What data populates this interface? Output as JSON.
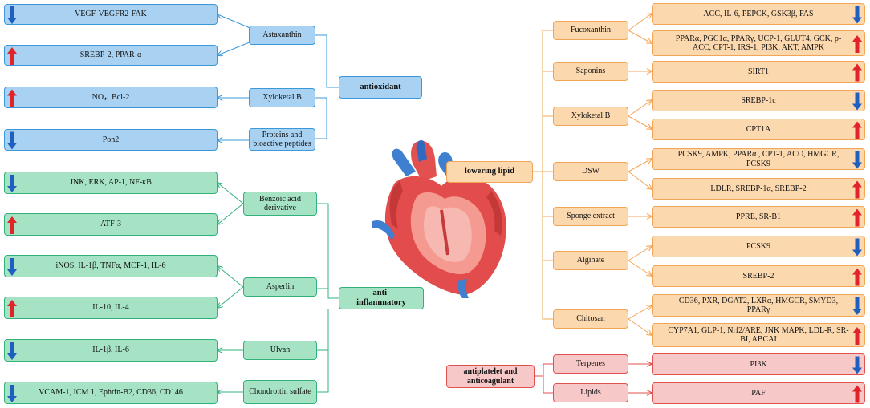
{
  "antioxidant": {
    "label": "antioxidant",
    "sources": [
      "Astaxanthin",
      "Xyloketal B",
      "Proteins and bioactive peptides"
    ],
    "targets": [
      {
        "text": "VEGF-VEGFR2-FAK",
        "direction": "down"
      },
      {
        "text": "SREBP-2, PPAR-α",
        "direction": "up"
      },
      {
        "text": "NO，Bcl-2",
        "direction": "up"
      },
      {
        "text": "Pon2",
        "direction": "down"
      }
    ]
  },
  "anti_inflammatory": {
    "label": "anti-inflammatory",
    "sources": [
      "Benzoic acid derivative",
      "Asperlin",
      "Ulvan",
      "Chondroitin sulfate"
    ],
    "targets": [
      {
        "text": "JNK, ERK, AP-1, NF-κB",
        "direction": "down"
      },
      {
        "text": "ATF-3",
        "direction": "up"
      },
      {
        "text": "iNOS, IL-1β, TNFα, MCP-1, IL-6",
        "direction": "down"
      },
      {
        "text": "IL-10, IL-4",
        "direction": "up"
      },
      {
        "text": "IL-1β, IL-6",
        "direction": "down"
      },
      {
        "text": "VCAM-1, ICM 1, Ephrin-B2, CD36, CD146",
        "direction": "down"
      }
    ]
  },
  "lowering_lipid": {
    "label": "lowering lipid",
    "sources": [
      "Fucoxanthin",
      "Saponins",
      "Xyloketal B",
      "DSW",
      "Sponge extract",
      "Alginate",
      "Chitosan"
    ],
    "targets": [
      {
        "text": "ACC, IL-6, PEPCK, GSK3β, FAS",
        "direction": "down"
      },
      {
        "text": "PPARα, PGC1α, PPARγ, UCP-1, GLUT4, GCK, p-ACC, CPT-1, IRS-1, PI3K, AKT, AMPK",
        "direction": "up"
      },
      {
        "text": "SIRT1",
        "direction": "up"
      },
      {
        "text": "SREBP-1c",
        "direction": "down"
      },
      {
        "text": "CPT1A",
        "direction": "up"
      },
      {
        "text": "PCSK9, AMPK, PPARα , CPT-1, ACO, HMGCR, PCSK9",
        "direction": "down"
      },
      {
        "text": "LDLR, SREBP-1α, SREBP-2",
        "direction": "up"
      },
      {
        "text": "PPRE, SR-B1",
        "direction": "up"
      },
      {
        "text": "PCSK9",
        "direction": "down"
      },
      {
        "text": "SREBP-2",
        "direction": "up"
      },
      {
        "text": "CD36, PXR, DGAT2, LXRα, HMGCR, SMYD3, PPARγ",
        "direction": "down"
      },
      {
        "text": "CYP7A1, GLP-1, Nrf2/ARE, JNK MAPK, LDL-R, SR-BI, ABCAI",
        "direction": "up"
      }
    ]
  },
  "antiplatelet": {
    "label": "antiplatelet and anticoagulant",
    "sources": [
      "Terpenes",
      "Lipids"
    ],
    "targets": [
      {
        "text": "PI3K",
        "direction": "down"
      },
      {
        "text": "PAF",
        "direction": "up"
      }
    ]
  },
  "colors": {
    "blue_fill": "#a9d1f1",
    "blue_line": "#3b98da",
    "green_fill": "#a6e2c4",
    "green_line": "#32b27a",
    "orange_fill": "#fcd8ae",
    "orange_line": "#f2a557",
    "red_fill": "#f7c8c8",
    "red_line": "#e0524f",
    "arrow_up": "#e0242a",
    "arrow_down": "#1f5fbf"
  },
  "center_image": "heart-illustration"
}
